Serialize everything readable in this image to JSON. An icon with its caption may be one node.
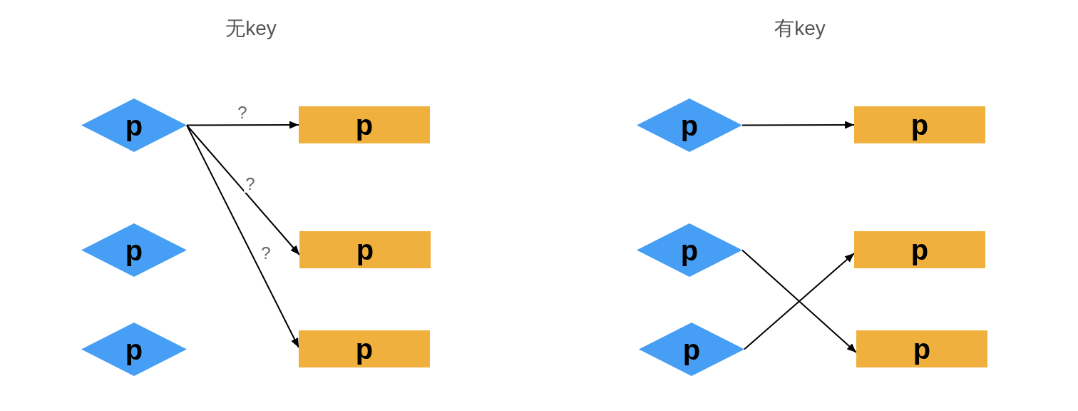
{
  "diagram": {
    "nodes": [
      {
        "text": [
          "p"
        ]
      },
      {
        "text": [
          "p"
        ]
      },
      {
        "text": [
          "p"
        ]
      },
      {
        "text": [
          "p"
        ]
      },
      {
        "text": [
          "p"
        ]
      },
      {
        "text": [
          "p"
        ]
      },
      {
        "text": [
          "p"
        ]
      },
      {
        "text": [
          "p"
        ]
      },
      {
        "text": [
          "p"
        ]
      },
      {
        "text": [
          "p"
        ]
      },
      {
        "text": [
          "p"
        ]
      },
      {
        "text": [
          "p"
        ]
      }
    ],
    "edges": [
      {
        "from": 0,
        "to": 3,
        "arrow": "to",
        "label": "?"
      },
      {
        "from": 0,
        "to": 4,
        "arrow": "to",
        "label": "?"
      },
      {
        "from": 0,
        "to": 5,
        "arrow": "to",
        "label": "?"
      },
      {
        "from": 6,
        "to": 9,
        "arrow": "to"
      },
      {
        "from": 7,
        "to": 11,
        "arrow": "to"
      },
      {
        "from": 8,
        "to": 10,
        "arrow": "to"
      }
    ],
    "labels": [
      "无key",
      "有key"
    ]
  }
}
